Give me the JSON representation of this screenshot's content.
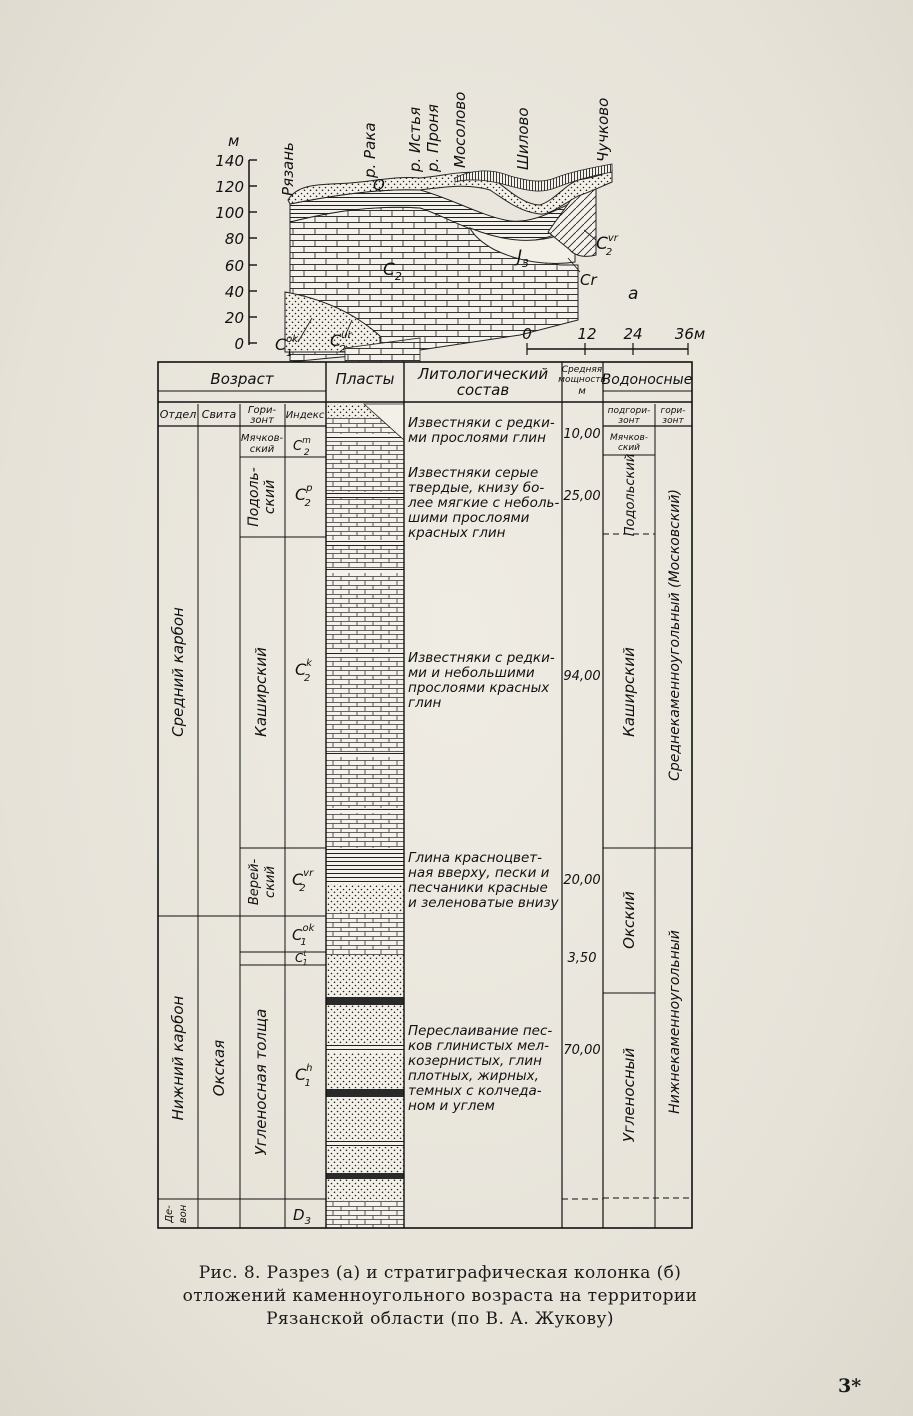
{
  "section": {
    "unit": "м",
    "y_ticks": [
      "140",
      "120",
      "100",
      "80",
      "60",
      "40",
      "20",
      "0"
    ],
    "localities": [
      "Рязань",
      "р. Рака",
      "р. Истья",
      "р. Проня",
      "Мосолово",
      "Шилово",
      "Чучково"
    ],
    "labels": {
      "q": "Q",
      "c2": "C",
      "c2_sub": "2",
      "j3": "J",
      "j3_sub": "3",
      "cr": "Cr",
      "c2vr": "C",
      "c2vr_sup": "vr",
      "c2vr_sub": "2",
      "c1ok": "C",
      "c1ok_sup": "ok",
      "c1ok_sub": "1",
      "c2ur": "C",
      "c2ur_sup": "ur",
      "c2ur_sub": "2",
      "panel": "а"
    },
    "scale_ticks": [
      "0",
      "12",
      "24",
      "36м"
    ]
  },
  "column": {
    "headers": {
      "age": "Возраст",
      "layers": "Пласты",
      "lithology_l1": "Литологический",
      "lithology_l2": "состав",
      "thickness_l1": "Средняя",
      "thickness_l2": "мощность",
      "thickness_l3": "м",
      "aquifers": "Водоносные",
      "division": "Отдел",
      "suite": "Свита",
      "horizon_l1": "Гори-",
      "horizon_l2": "зонт",
      "index": "Индекс",
      "aq_subhorizon_l1": "подгори-",
      "aq_subhorizon_l2": "зонт",
      "aq_horizon_l1": "гори-",
      "aq_horizon_l2": "зонт"
    },
    "divisions": {
      "middle": "Средний карбон",
      "lower": "Нижний карбон",
      "devon_l1": "Де-",
      "devon_l2": "вон"
    },
    "suite_oka": "Окская",
    "horizons": {
      "myach_l1": "Мячков-",
      "myach_l2": "ский",
      "podol_l1": "Подоль-",
      "podol_l2": "ский",
      "kashir": "Каширский",
      "verei_l1": "Верей-",
      "verei_l2": "ский",
      "uglen": "Угленосная толща"
    },
    "indices": {
      "m": {
        "base": "C",
        "sup": "m",
        "sub": "2"
      },
      "p": {
        "base": "C",
        "sup": "p",
        "sub": "2"
      },
      "k": {
        "base": "C",
        "sup": "k",
        "sub": "2"
      },
      "vr": {
        "base": "C",
        "sup": "vr",
        "sub": "2"
      },
      "ok": {
        "base": "C",
        "sup": "ok",
        "sub": "1"
      },
      "t": {
        "base": "C",
        "sup": "t",
        "sub": "1"
      },
      "h": {
        "base": "C",
        "sup": "h",
        "sub": "1"
      },
      "d3": {
        "base": "D",
        "sub": "3"
      }
    },
    "lithology": {
      "l1": [
        "Известняки с редки-",
        "ми прослоями глин"
      ],
      "l2": [
        "Известняки серые",
        "твердые, книзу бо-",
        "лее мягкие с неболь-",
        "шими прослоями",
        "красных глин"
      ],
      "l3": [
        "Известняки с редки-",
        "ми и небольшими",
        "прослоями красных",
        "глин"
      ],
      "l4": [
        "Глина красноцвет-",
        "ная вверху, пески и",
        "песчаники красные",
        "и зеленоватые внизу"
      ],
      "l5": [
        "Переслаивание пес-",
        "ков глинистых мел-",
        "козернистых, глин",
        "плотных, жирных,",
        "темных с колчеда-",
        "ном и углем"
      ]
    },
    "thickness": [
      "10,00",
      "25,00",
      "94,00",
      "20,00",
      "3,50",
      "70,00"
    ],
    "aquifers": {
      "myach_l1": "Мячков-",
      "myach_l2": "ский",
      "podol": "Подольский",
      "kashir": "Каширский",
      "oka": "Окский",
      "uglen": "Угленосный",
      "middle_coal": "Среднекаменноугольный (Московский)",
      "lower_coal": "Нижнекаменноугольный"
    }
  },
  "caption": {
    "line1": "Рис. 8. Разрез (а) и стратиграфическая колонка (б)",
    "line2": "отложений каменноугольного возраста на территории",
    "line3": "Рязанской области (по В. А. Жукову)"
  },
  "page_number": "3*"
}
